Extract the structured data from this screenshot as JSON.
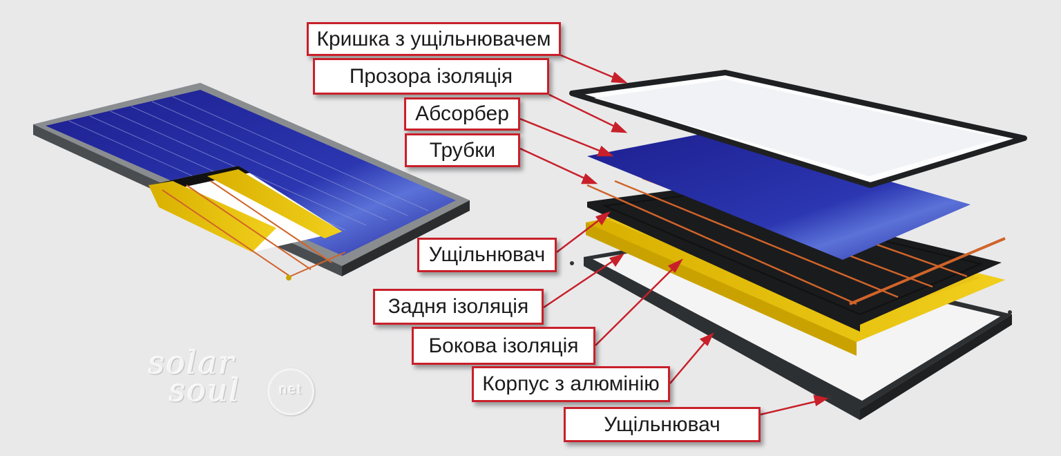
{
  "title": "Solar collector exploded view",
  "labels": {
    "cover": "Кришка з ущільнювачем",
    "transparent_insulation": "Прозора ізоляція",
    "absorber": "Абсорбер",
    "tubes": "Трубки",
    "seal_upper": "Ущільнювач",
    "back_insulation": "Задня ізоляція",
    "side_insulation": "Бокова ізоляція",
    "aluminium_case": "Корпус з алюмінію",
    "seal_lower": "Ущільнювач"
  },
  "logo": {
    "line1": "solar",
    "line2": "soul",
    "badge": "net"
  },
  "colors": {
    "accent": "#c8202a",
    "absorber": "#23259a",
    "insulation": "#e8c20a",
    "frame": "#3a3d40"
  }
}
